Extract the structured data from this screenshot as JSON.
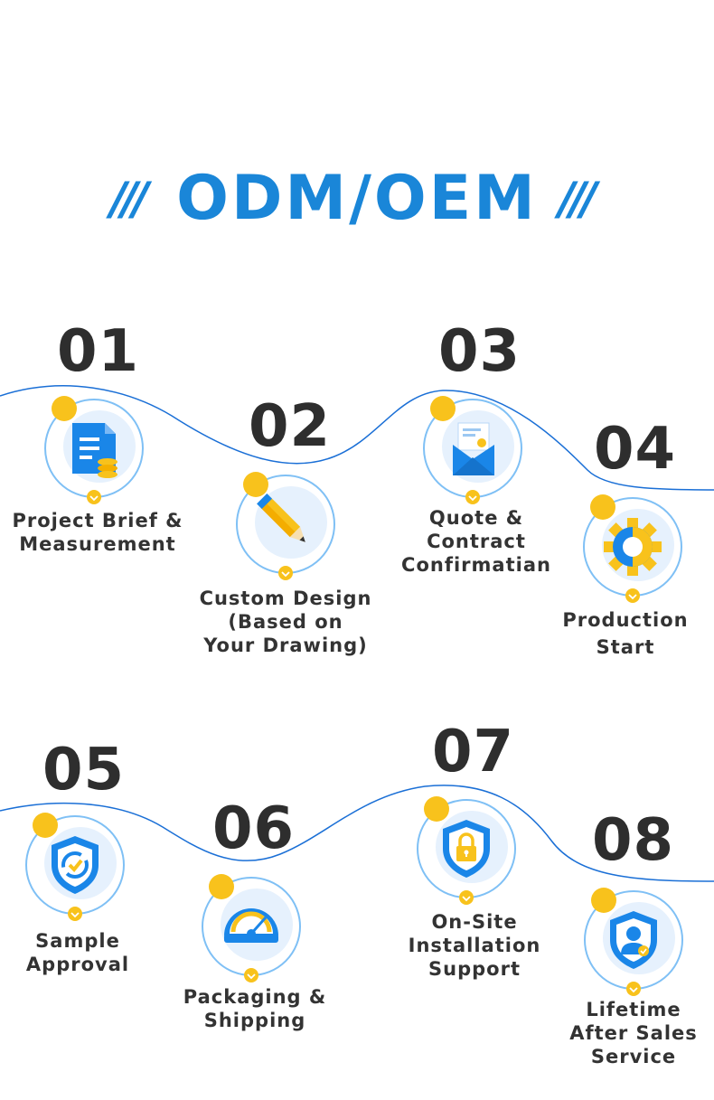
{
  "header": {
    "title": "ODM/OEM",
    "left_decoration": "///",
    "right_decoration": "///"
  },
  "colors": {
    "primary_blue": "#1a86d8",
    "accent_yellow": "#f8c21c",
    "number_text": "#2e2e2e",
    "label_text": "#333333"
  },
  "steps": [
    {
      "number": "01",
      "icon": "document-coins-icon",
      "lines": [
        "Project Brief &",
        "Measurement"
      ]
    },
    {
      "number": "02",
      "icon": "pencil-icon",
      "lines": [
        "Custom Design",
        "(Based on",
        "Your Drawing)"
      ]
    },
    {
      "number": "03",
      "icon": "envelope-icon",
      "lines": [
        "Quote &",
        "Contract",
        "Confirmatian"
      ]
    },
    {
      "number": "04",
      "icon": "gear-icon",
      "lines": [
        "Production",
        "Start"
      ]
    },
    {
      "number": "05",
      "icon": "shield-check-icon",
      "lines": [
        "Sample",
        "Approval"
      ]
    },
    {
      "number": "06",
      "icon": "gauge-icon",
      "lines": [
        "Packaging &",
        "Shipping"
      ]
    },
    {
      "number": "07",
      "icon": "shield-lock-icon",
      "lines": [
        "On-Site",
        "Installation",
        "Support"
      ]
    },
    {
      "number": "08",
      "icon": "shield-user-icon",
      "lines": [
        "Lifetime",
        "After Sales",
        "Service"
      ]
    }
  ]
}
